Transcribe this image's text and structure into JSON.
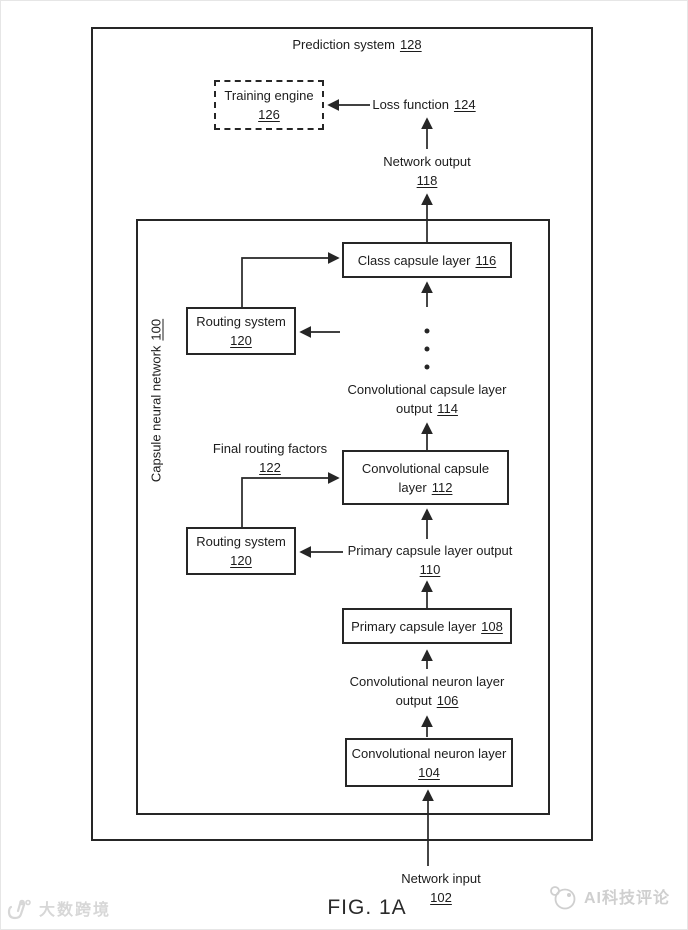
{
  "figure": {
    "caption": "FIG. 1A",
    "prediction_system": {
      "label": "Prediction system",
      "ref": "128"
    },
    "training_engine": {
      "label": "Training engine",
      "ref": "126"
    },
    "loss_function": {
      "label": "Loss function",
      "ref": "124"
    },
    "network_output": {
      "label": "Network output",
      "ref": "118"
    },
    "capsule_network": {
      "label": "Capsule neural network",
      "ref": "100"
    },
    "class_capsule_layer": {
      "label": "Class capsule layer",
      "ref": "116"
    },
    "routing_system_upper": {
      "label": "Routing system",
      "ref": "120"
    },
    "conv_capsule_output": {
      "line1": "Convolutional capsule layer",
      "line2": "output",
      "ref": "114"
    },
    "final_routing_factors": {
      "label": "Final routing factors",
      "ref": "122"
    },
    "conv_capsule_layer": {
      "line1": "Convolutional capsule",
      "line2": "layer",
      "ref": "112"
    },
    "routing_system_lower": {
      "label": "Routing system",
      "ref": "120"
    },
    "primary_capsule_output": {
      "label": "Primary capsule layer output",
      "ref": "110"
    },
    "primary_capsule_layer": {
      "label": "Primary capsule layer",
      "ref": "108"
    },
    "conv_neuron_output": {
      "line1": "Convolutional neuron layer",
      "line2": "output",
      "ref": "106"
    },
    "conv_neuron_layer": {
      "label": "Convolutional neuron layer",
      "ref": "104"
    },
    "network_input": {
      "label": "Network input",
      "ref": "102"
    }
  },
  "watermarks": {
    "left": "大数跨境",
    "right": "AI科技评论"
  },
  "colors": {
    "ink": "#262626",
    "watermark": "#d7d7d7"
  }
}
